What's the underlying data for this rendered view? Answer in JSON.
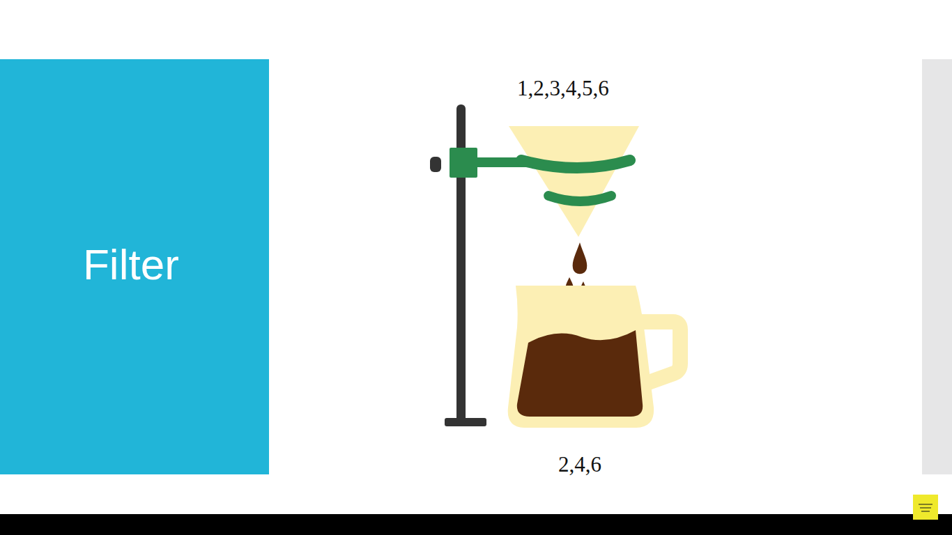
{
  "diagram": {
    "title": "Filter",
    "labels": [
      "1,2,3,4,5,6",
      "2,4,6"
    ]
  }
}
